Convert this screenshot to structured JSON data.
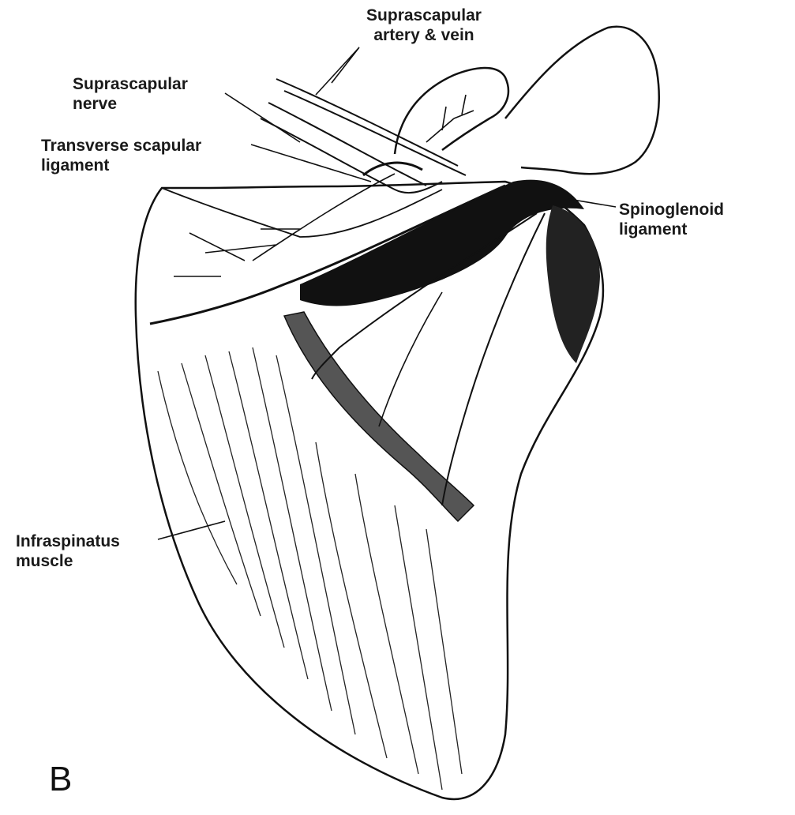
{
  "figure": {
    "panel_letter": "B",
    "labels": {
      "suprascapular_artery_vein": {
        "line1": "Suprascapular",
        "line2": "artery & vein"
      },
      "suprascapular_nerve": {
        "line1": "Suprascapular",
        "line2": "nerve"
      },
      "transverse_scapular_ligament": {
        "line1": "Transverse scapular",
        "line2": "ligament"
      },
      "spinoglenoid_ligament": {
        "line1": "Spinoglenoid",
        "line2": "ligament"
      },
      "infraspinatus_muscle": {
        "line1": "Infraspinatus",
        "line2": "muscle"
      }
    }
  }
}
